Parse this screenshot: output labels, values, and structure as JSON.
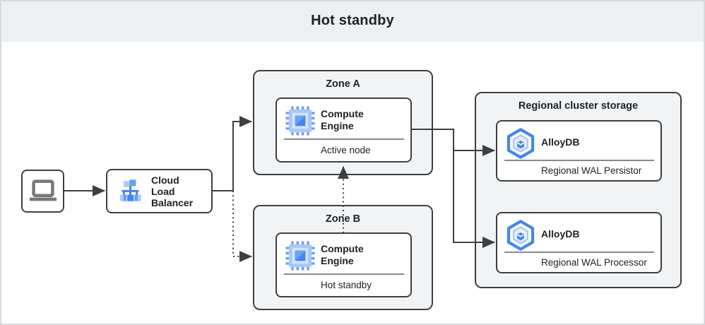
{
  "header": {
    "title": "Hot standby"
  },
  "client": {
    "icon": "laptop-icon"
  },
  "load_balancer": {
    "label": "Cloud Load Balancer",
    "icon": "load-balancer-icon"
  },
  "zones": [
    {
      "title": "Zone A",
      "service": {
        "label": "Compute Engine",
        "role": "Active node",
        "icon": "compute-engine-icon"
      }
    },
    {
      "title": "Zone B",
      "service": {
        "label": "Compute Engine",
        "role": "Hot standby",
        "icon": "compute-engine-icon"
      }
    }
  ],
  "storage": {
    "title": "Regional cluster storage",
    "databases": [
      {
        "label": "AlloyDB",
        "role": "Regional WAL Persistor",
        "icon": "alloydb-icon"
      },
      {
        "label": "AlloyDB",
        "role": "Regional WAL Processor",
        "icon": "alloydb-icon"
      }
    ]
  },
  "connections": [
    {
      "from": "client",
      "to": "load-balancer",
      "style": "solid"
    },
    {
      "from": "load-balancer",
      "to": "zone-a",
      "style": "solid"
    },
    {
      "from": "load-balancer",
      "to": "zone-b",
      "style": "dotted"
    },
    {
      "from": "zone-b-compute",
      "to": "zone-a-compute",
      "style": "dotted"
    },
    {
      "from": "zone-a-compute",
      "to": "alloydb-wal-persistor",
      "style": "solid"
    },
    {
      "from": "zone-a-compute",
      "to": "alloydb-wal-processor",
      "style": "solid"
    }
  ],
  "colors": {
    "accent_blue": "#4285F4",
    "blue_medium": "#669DF6",
    "blue_light": "#AECBFA",
    "blue_pale": "#D6E4FC",
    "outline_dark": "#3c4043",
    "container_fill": "#f1f3f4",
    "band_fill": "#edf0f2",
    "laptop_gray": "#75777a",
    "divider_gray": "#85898d"
  }
}
